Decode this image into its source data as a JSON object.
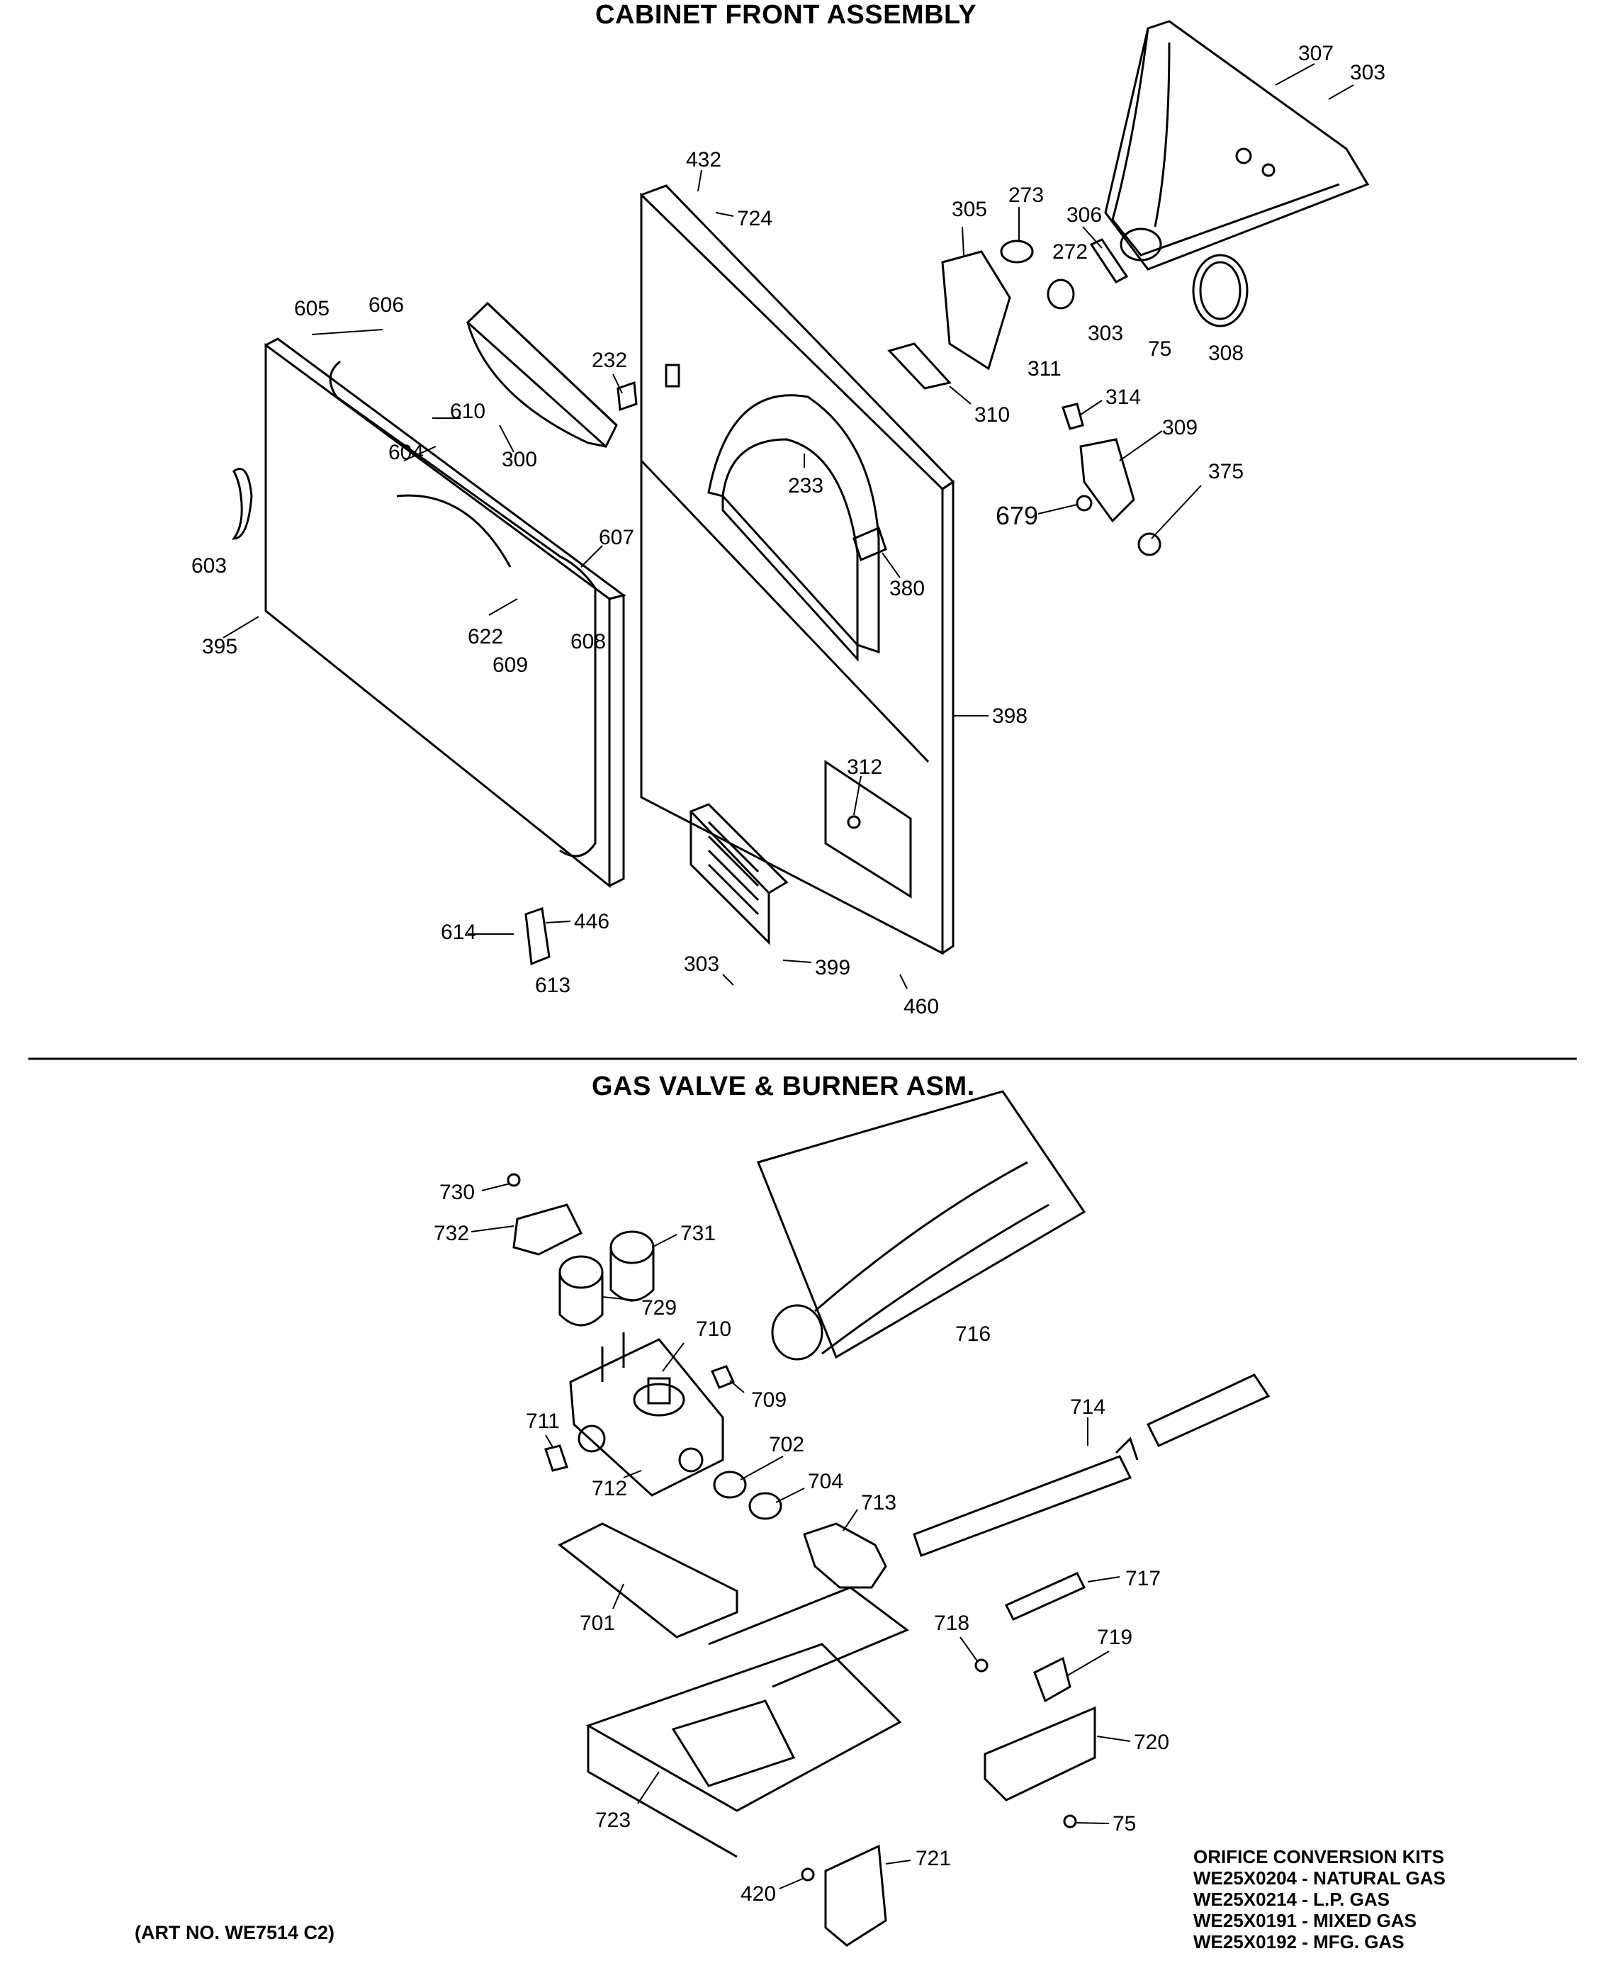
{
  "titles": {
    "top": "CABINET FRONT ASSEMBLY",
    "bottom": "GAS VALVE & BURNER ASM."
  },
  "art_number": "(ART NO. WE7514 C2)",
  "orifice_kits": {
    "heading": "ORIFICE CONVERSION KITS",
    "items": [
      "WE25X0204 - NATURAL GAS",
      "WE25X0214 - L.P. GAS",
      "WE25X0191 - MIXED GAS",
      "WE25X0192 - MFG. GAS"
    ]
  },
  "cabinet_front_parts": [
    "307",
    "303",
    "432",
    "724",
    "305",
    "273",
    "306",
    "272",
    "303",
    "75",
    "308",
    "311",
    "310",
    "314",
    "309",
    "375",
    "679",
    "605",
    "606",
    "610",
    "604",
    "300",
    "232",
    "233",
    "380",
    "603",
    "607",
    "395",
    "622",
    "609",
    "608",
    "398",
    "312",
    "614",
    "446",
    "613",
    "303",
    "399",
    "460"
  ],
  "gas_valve_parts": [
    "730",
    "732",
    "731",
    "729",
    "710",
    "716",
    "709",
    "711",
    "714",
    "702",
    "712",
    "704",
    "713",
    "717",
    "701",
    "718",
    "719",
    "720",
    "723",
    "75",
    "721",
    "420"
  ]
}
